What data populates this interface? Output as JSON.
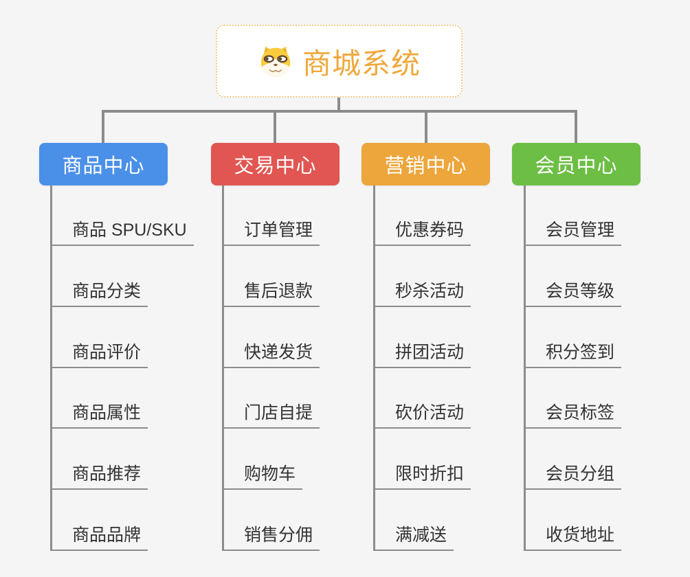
{
  "canvas": {
    "background_color": "#f5f5f6",
    "connector_color": "#8c8c8c"
  },
  "root": {
    "label": "商城系统",
    "icon": "dog-face-icon",
    "text_color": "#efa93e",
    "border_color": "#f2c983"
  },
  "branches": [
    {
      "label": "商品中心",
      "color": "#4b90e8",
      "items": [
        "商品 SPU/SKU",
        "商品分类",
        "商品评价",
        "商品属性",
        "商品推荐",
        "商品品牌"
      ]
    },
    {
      "label": "交易中心",
      "color": "#e15652",
      "items": [
        "订单管理",
        "售后退款",
        "快递发货",
        "门店自提",
        "购物车",
        "销售分佣"
      ]
    },
    {
      "label": "营销中心",
      "color": "#eca63c",
      "items": [
        "优惠券码",
        "秒杀活动",
        "拼团活动",
        "砍价活动",
        "限时折扣",
        "满减送"
      ]
    },
    {
      "label": "会员中心",
      "color": "#6cbe44",
      "items": [
        "会员管理",
        "会员等级",
        "积分签到",
        "会员标签",
        "会员分组",
        "收货地址"
      ]
    }
  ]
}
